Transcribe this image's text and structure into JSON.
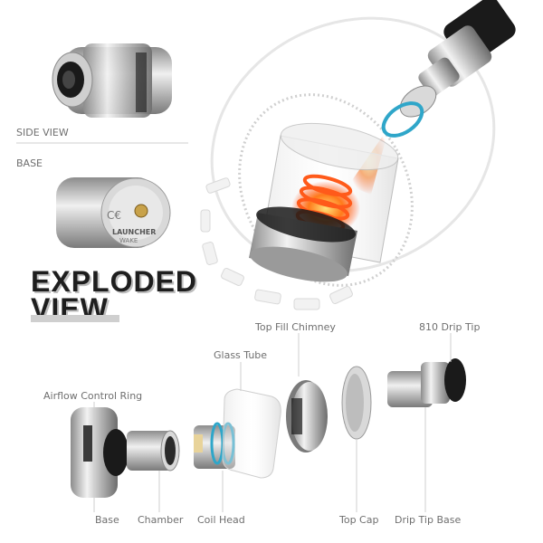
{
  "views": {
    "side_view_label": "SIDE VIEW",
    "base_label": "BASE",
    "base_markings": {
      "brand": "LAUNCHER",
      "model": "WAKE"
    }
  },
  "title": {
    "line1": "EXPLODED",
    "line2": "VIEW"
  },
  "parts": {
    "top_fill_chimney": "Top Fill Chimney",
    "drip_tip_810": "810 Drip Tip",
    "glass_tube": "Glass Tube",
    "airflow_control_ring": "Airflow Control Ring",
    "base": "Base",
    "chamber": "Chamber",
    "coil_head": "Coil Head",
    "top_cap": "Top Cap",
    "drip_tip_base": "Drip Tip Base"
  },
  "colors": {
    "metal": "#c9c9c9",
    "dark": "#1a1a1a",
    "accent_blue": "#2fa6c9",
    "heat_orange": "#ff6a1a",
    "text": "#6f6f6f"
  }
}
